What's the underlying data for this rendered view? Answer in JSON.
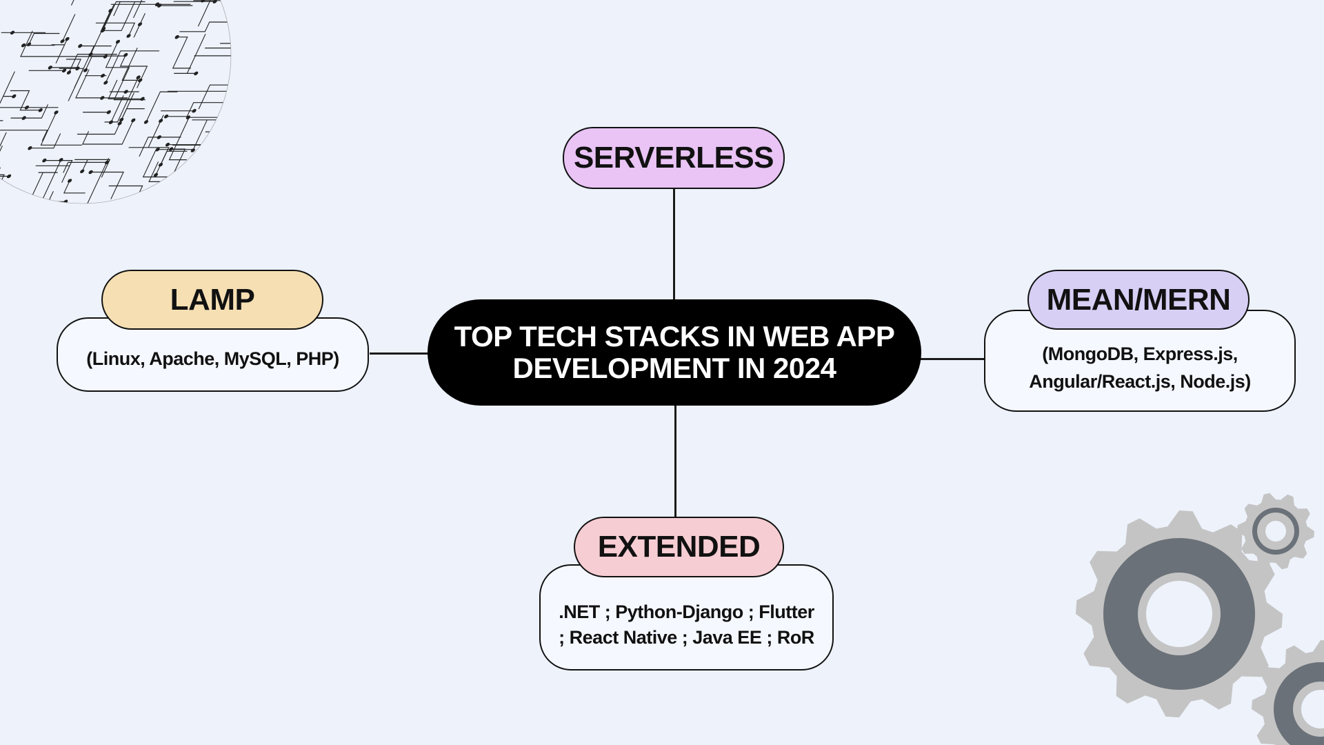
{
  "center": {
    "title": "TOP TECH STACKS IN WEB APP DEVELOPMENT IN 2024"
  },
  "nodes": {
    "serverless": {
      "label": "SERVERLESS"
    },
    "lamp": {
      "label": "LAMP",
      "description": "(Linux, Apache, MySQL, PHP)"
    },
    "mean_mern": {
      "label": "MEAN/MERN",
      "description": "(MongoDB, Express.js, Angular/React.js, Node.js)"
    },
    "extended": {
      "label": "EXTENDED",
      "description": ".NET ; Python-Django ; Flutter  ; React Native ; Java EE ; RoR"
    }
  },
  "colors": {
    "background": "#edf2fb",
    "center_fill": "#000000",
    "serverless_fill": "#e9c4f5",
    "lamp_fill": "#f5dfb3",
    "mean_mern_fill": "#d8cff5",
    "extended_fill": "#f6cdd3",
    "gear_dark": "#6b7178",
    "gear_light": "#c4c4c4"
  },
  "decorations": [
    "circuit-globe-icon",
    "gears-icon"
  ]
}
